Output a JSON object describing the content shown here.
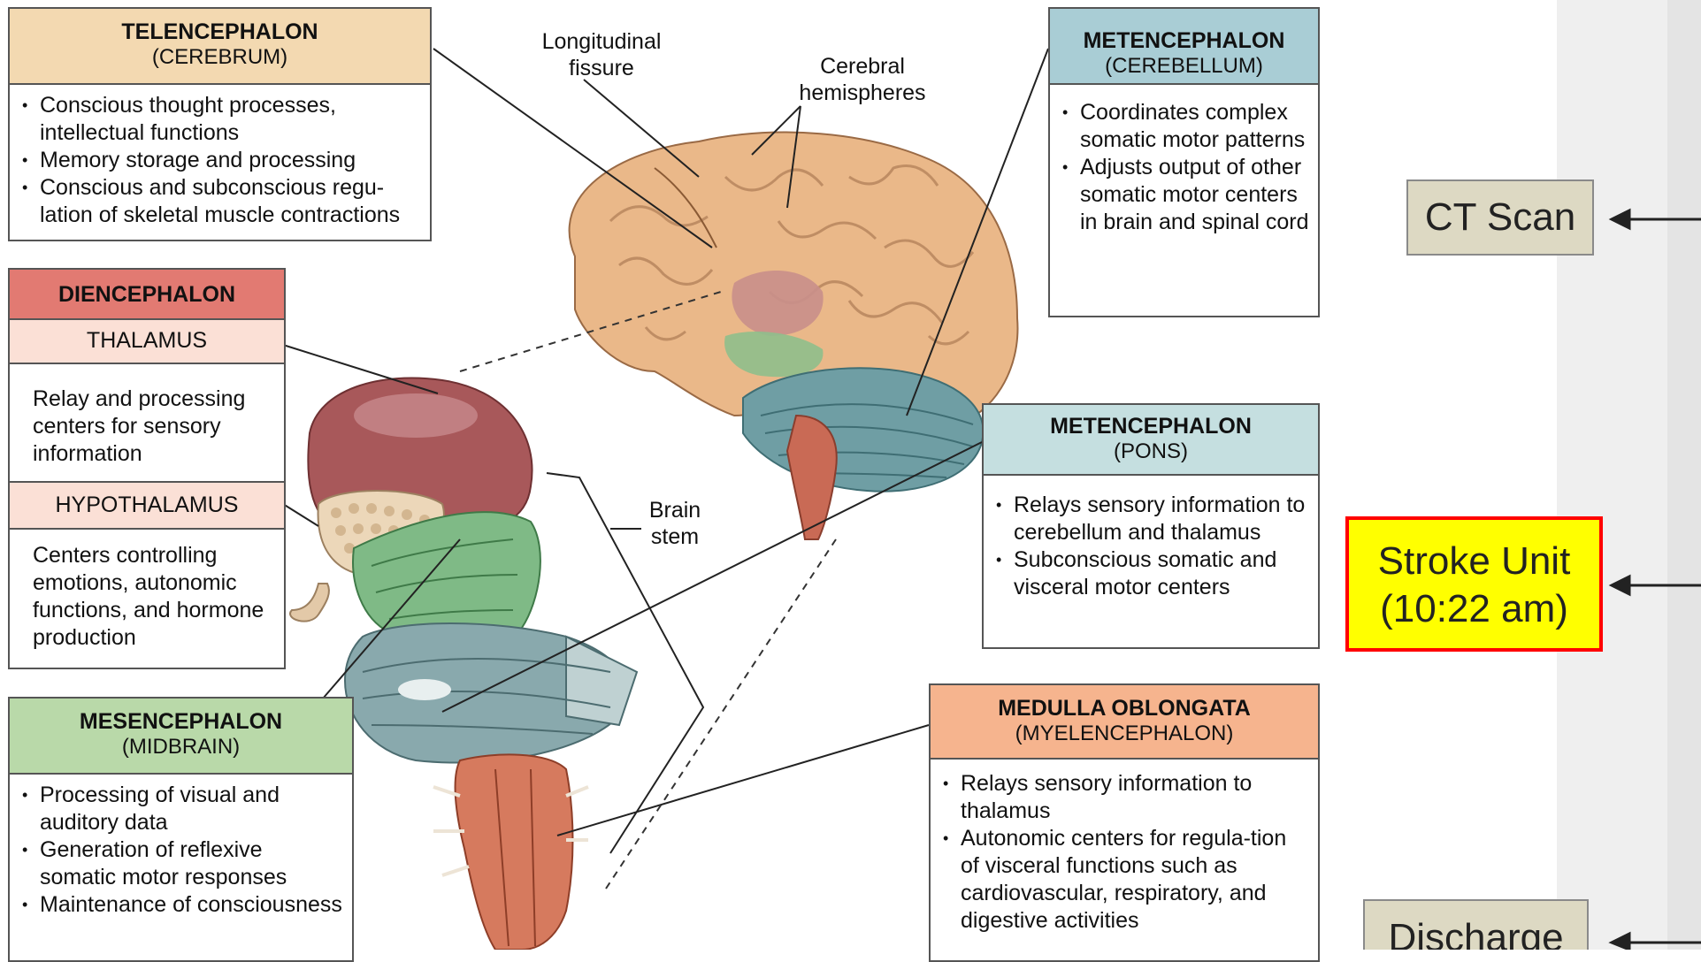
{
  "telencephalon": {
    "title": "TELENCEPHALON",
    "subtitle": "(CEREBRUM)",
    "items": [
      "Conscious thought processes, intellectual functions",
      "Memory storage and  processing",
      "Conscious and subconscious regu-lation of skeletal muscle contractions"
    ],
    "color": "#f3d9b1"
  },
  "diencephalon": {
    "title": "DIENCEPHALON",
    "color": "#e27a72",
    "thalamus": {
      "label": "THALAMUS",
      "text": "Relay and processing centers for sensory information"
    },
    "hypothalamus": {
      "label": "HYPOTHALAMUS",
      "text": "Centers controlling emotions, autonomic functions, and hormone production"
    },
    "sub_color": "#fbe0d6"
  },
  "mesencephalon": {
    "title": "MESENCEPHALON",
    "subtitle": "(MIDBRAIN)",
    "items": [
      "Processing of visual and auditory data",
      "Generation of reflexive somatic motor responses",
      "Maintenance of consciousness"
    ],
    "color": "#b9d9a9"
  },
  "cerebellum": {
    "title": "METENCEPHALON",
    "subtitle": "(CEREBELLUM)",
    "items": [
      "Coordinates complex somatic motor patterns",
      "Adjusts output of other somatic motor centers in brain and spinal cord"
    ],
    "color": "#a9cdd5"
  },
  "pons": {
    "title": "METENCEPHALON",
    "subtitle": "(PONS)",
    "items": [
      "Relays sensory information to cerebellum and thalamus",
      "Subconscious somatic and visceral motor centers"
    ],
    "color": "#c5dfe0"
  },
  "medulla": {
    "title": "MEDULLA OBLONGATA",
    "subtitle": "(MYELENCEPHALON)",
    "items": [
      "Relays sensory information to thalamus",
      "Autonomic centers for regula-tion of visceral functions such as cardiovascular, respiratory, and digestive activities"
    ],
    "color": "#f6b48e"
  },
  "labels": {
    "longitudinal": "Longitudinal fissure",
    "hemispheres": "Cerebral hemispheres",
    "brainstem": "Brain stem"
  },
  "timeline": {
    "ct_scan": "CT Scan",
    "stroke_unit": "Stroke Unit (10:22 am)",
    "discharge": "Discharge",
    "stroke_bg": "#ffff00",
    "stroke_border": "#ff0000",
    "step_bg": "#ddd9c3"
  }
}
